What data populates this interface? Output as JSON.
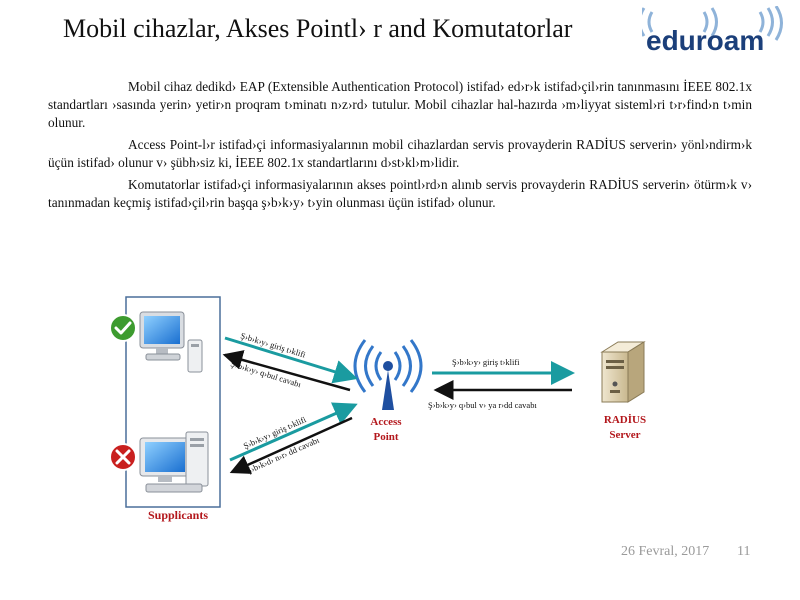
{
  "slide": {
    "title": "Mobil cihazlar, Akses Pointl› r and Komutatorlar",
    "logo_text": "eduroam",
    "paragraphs": [
      "Mobil cihaz dedikd› EAP (Extensible Authentication Protocol) istifad› ed›r›k istifad›çil›rin tanınmasını İEEE 802.1x standartları ›sasında yerin› yetir›n proqram t›minatı n›z›rd› tutulur. Mobil cihazlar hal-hazırda ›m›liyyat sisteml›ri t›r›find›n t›min olunur.",
      "Access Point-l›r istifad›çi informasiyalarının mobil cihazlardan servis provayderin RADİUS serverin› yönl›ndirm›k üçün istifad› olunur v› şübh›siz ki, İEEE 802.1x standartlarını d›st›kl›m›lidir.",
      "Komutatorlar istifad›çi informasiyalarının akses pointl›rd›n alınıb servis provayderin RADİUS serverin› ötürm›k v› tanınmadan keçmiş istifad›çil›rin başqa ş›b›k›y› t›yin olunması üçün istifad› olunur."
    ],
    "footer": {
      "date": "26 Fevral, 2017",
      "page": "11"
    }
  },
  "diagram": {
    "supplicants_label": "Supplicants",
    "access_point_label": [
      "Access",
      "Point"
    ],
    "radius_label": [
      "RADİUS",
      "Server"
    ],
    "arrows": {
      "top_request": "Ş›b›k›y› giriş t›klifi",
      "top_reply": "Ş›b›k›y› q›bul cavabı",
      "bottom_request": "Ş›b›k›y› giriş t›klifi",
      "bottom_reply": "Ş›b›k›d› n›r› dd cavabı",
      "server_request": "Ş›b›k›y› giriş t›klifi",
      "server_reply": "Ş›b›k›y› q›bul v› ya r›dd cavabı"
    },
    "status_icons": [
      "check-icon",
      "cross-icon"
    ]
  },
  "colors": {
    "teal": "#1a9ba0",
    "dark_red": "#b3171c",
    "box_border": "#4a6f9a",
    "logo_blue": "#1b3f7a",
    "logo_wave": "#8fb3d9"
  }
}
